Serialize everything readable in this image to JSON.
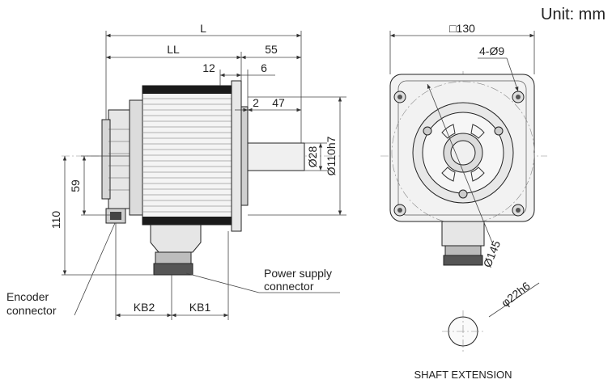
{
  "units_label": "Unit: mm",
  "dims": {
    "L": "L",
    "LL": "LL",
    "d55": "55",
    "d12": "12",
    "d6": "6",
    "d2": "2",
    "d47": "47",
    "d28": "Ø28",
    "d110h7": "Ø110h7",
    "d59": "59",
    "d110": "110",
    "KB2": "KB2",
    "KB1": "KB1",
    "sq130": "□130",
    "holes": "4-Ø9",
    "d145": "Ø145",
    "shaft_dia": "φ22h6"
  },
  "labels": {
    "encoder_line1": "Encoder",
    "encoder_line2": "connector",
    "power_line1": "Power supply",
    "power_line2": "connector",
    "shaft_extension": "SHAFT EXTENSION"
  }
}
